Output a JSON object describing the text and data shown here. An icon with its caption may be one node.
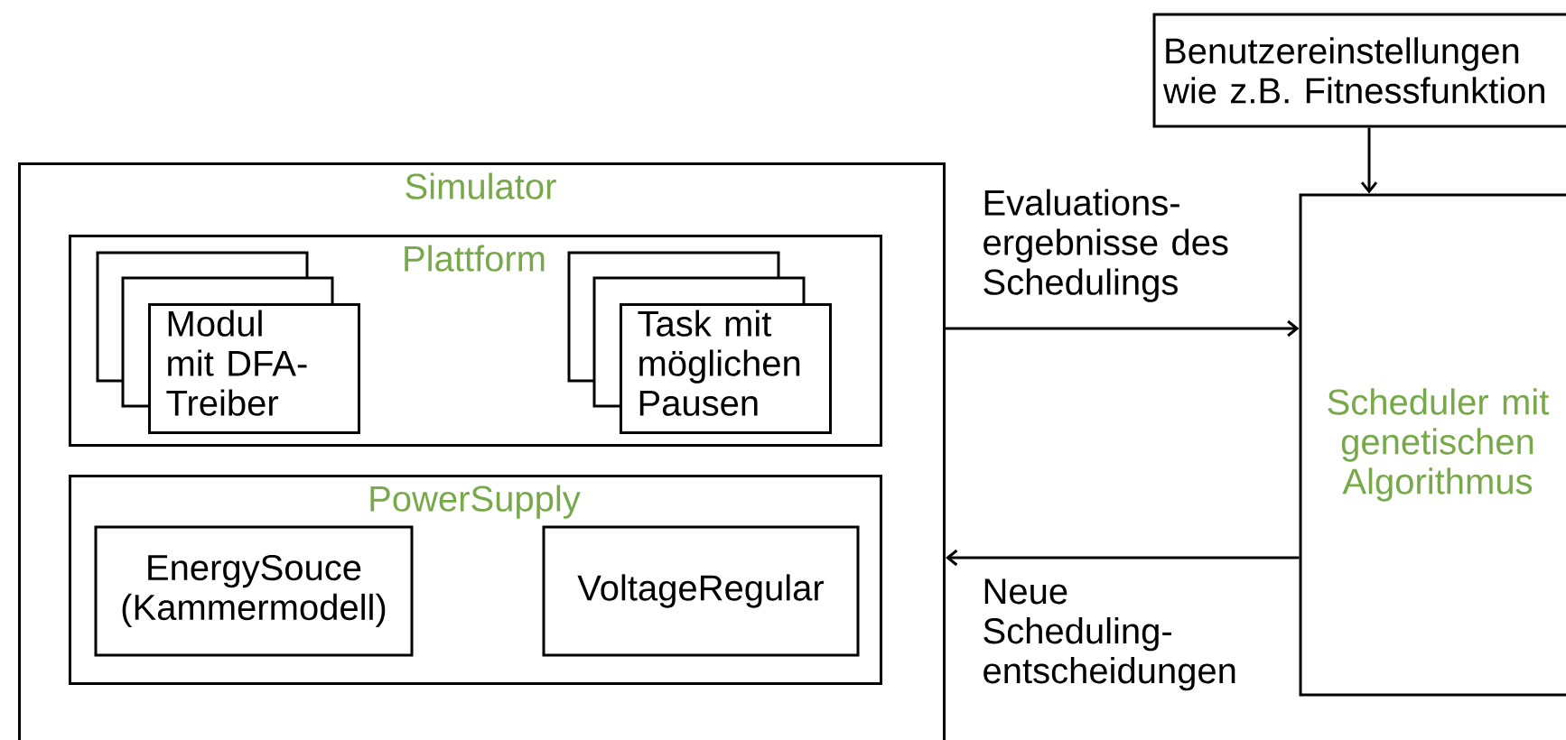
{
  "diagram": {
    "nodes": [
      {
        "text": [
          "Simulator"
        ]
      },
      {
        "text": [
          "Plattform"
        ],
        "in": 0
      },
      {
        "text": [
          "Modul mit DFA- Treiber"
        ],
        "in": 1
      },
      {
        "text": [
          "Task mit möglichen Pausen"
        ],
        "in": 1
      },
      {
        "text": [
          "PowerSupply"
        ],
        "in": 0
      },
      {
        "text": [
          "EnergySouce (Kammermodell)"
        ],
        "in": 4
      },
      {
        "text": [
          "VoltageRegular"
        ],
        "in": 4
      },
      {
        "text": [
          "Benutzereinstellungen wie z.B. Fitnessfunktion"
        ]
      },
      {
        "text": [
          "Scheduler mit genetischen Algorithmus"
        ]
      }
    ],
    "edges": [
      {
        "from": 7,
        "to": 8,
        "arrow": "to"
      },
      {
        "from": 0,
        "to": 8,
        "arrow": "to",
        "label": "Evaluations- ergebnisse des Schedulings"
      },
      {
        "from": 8,
        "to": 0,
        "arrow": "to",
        "label": "Neue Scheduling- entscheidungen"
      }
    ]
  }
}
